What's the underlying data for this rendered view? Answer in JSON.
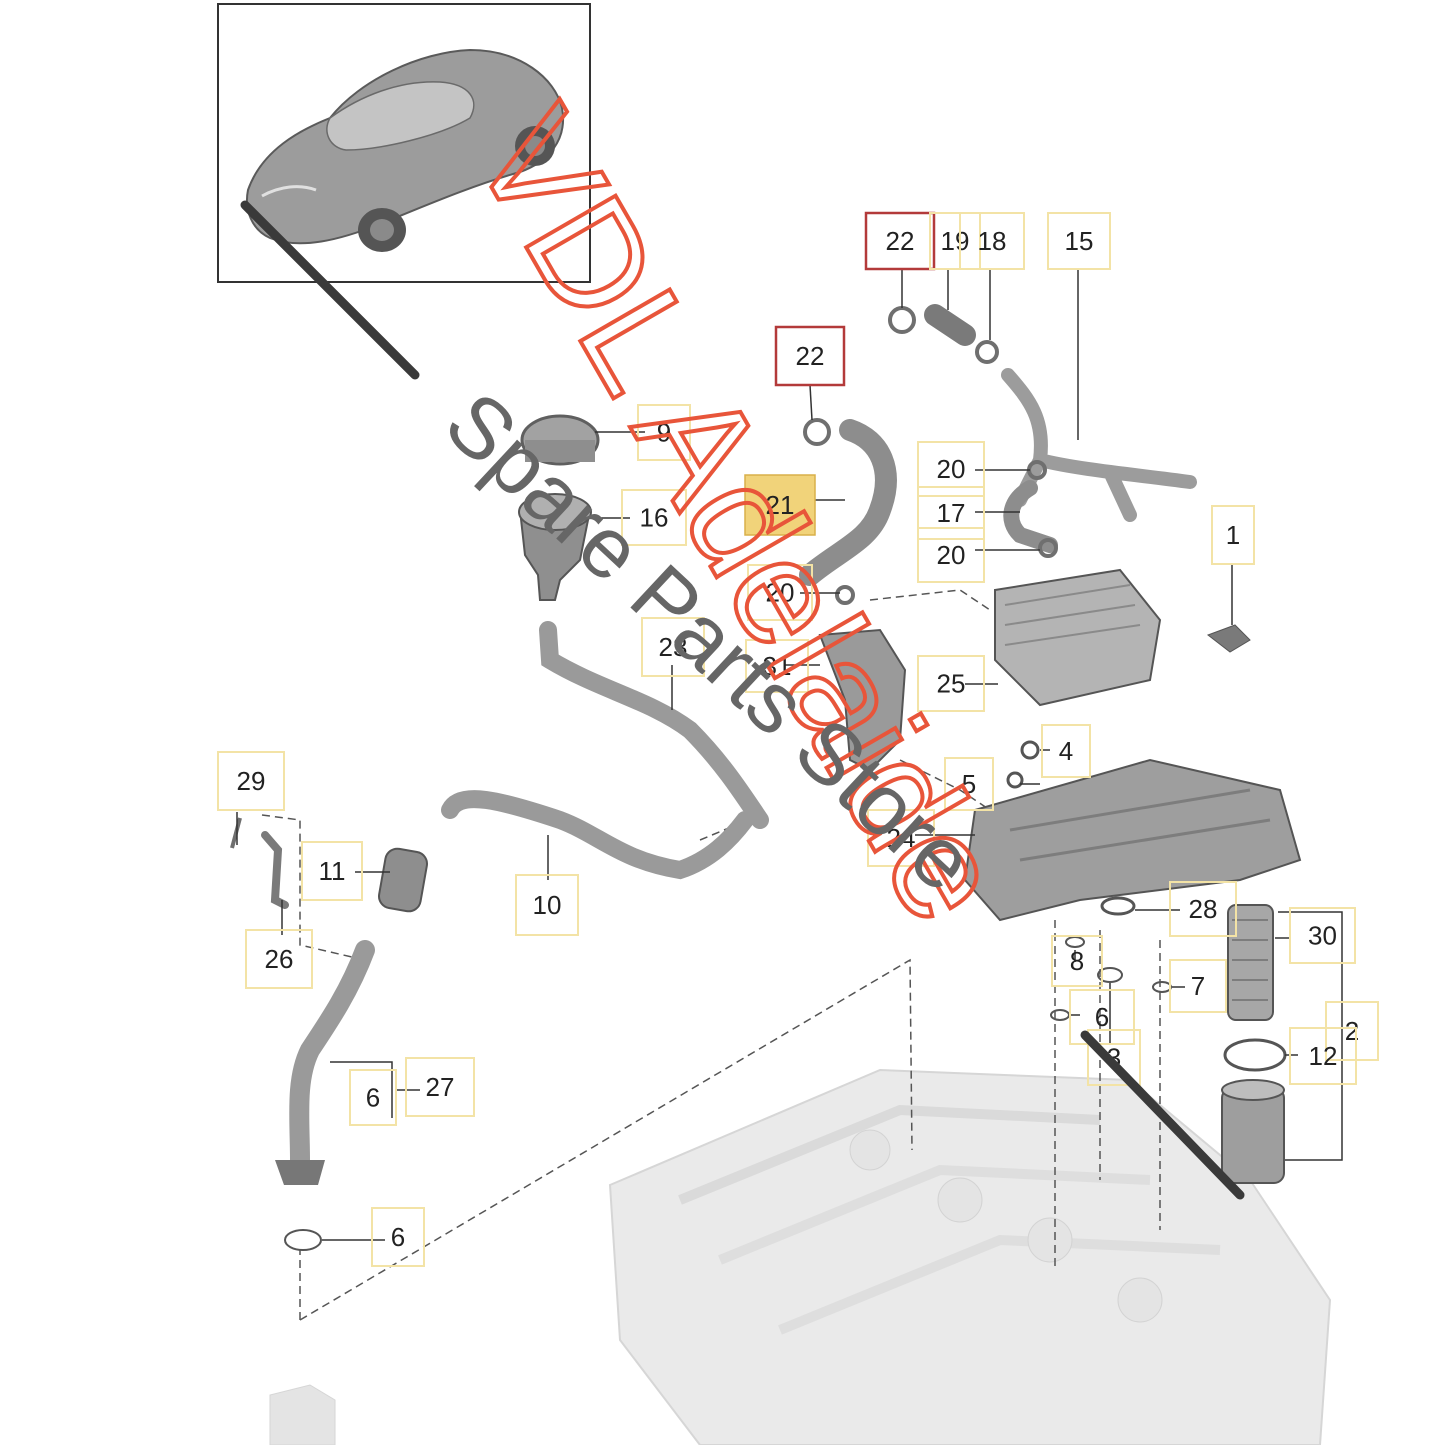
{
  "callouts": [
    {
      "label": "22",
      "highlight": "red"
    },
    {
      "label": "19"
    },
    {
      "label": "18"
    },
    {
      "label": "15"
    },
    {
      "label": "22",
      "highlight": "red"
    },
    {
      "label": "9"
    },
    {
      "label": "21",
      "highlight": "yellow-fill"
    },
    {
      "label": "20"
    },
    {
      "label": "17"
    },
    {
      "label": "20"
    },
    {
      "label": "16"
    },
    {
      "label": "20"
    },
    {
      "label": "1"
    },
    {
      "label": "23"
    },
    {
      "label": "31"
    },
    {
      "label": "25"
    },
    {
      "label": "4"
    },
    {
      "label": "5"
    },
    {
      "label": "29"
    },
    {
      "label": "24"
    },
    {
      "label": "11"
    },
    {
      "label": "10"
    },
    {
      "label": "26"
    },
    {
      "label": "28"
    },
    {
      "label": "30"
    },
    {
      "label": "8"
    },
    {
      "label": "7"
    },
    {
      "label": "6"
    },
    {
      "label": "2"
    },
    {
      "label": "3"
    },
    {
      "label": "12"
    },
    {
      "label": "6"
    },
    {
      "label": "27"
    },
    {
      "label": "6"
    }
  ],
  "watermark": {
    "line1": "VDL Adelaide",
    "line2": "Spare Parts Store",
    "color1": "#e8553a",
    "color2": "#666666"
  },
  "colors": {
    "callout_box": "#f3e3a6",
    "callout_red": "#b33a3a",
    "callout_yellow_fill": "#f1d37a",
    "part_fill": "#a9a9a9",
    "part_dark": "#6f6f6f",
    "engine_fill": "#dedede"
  }
}
